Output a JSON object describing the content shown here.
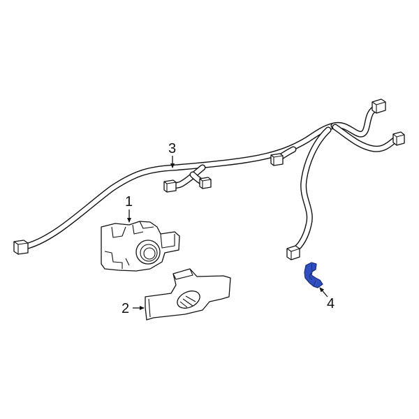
{
  "diagram": {
    "type": "parts-exploded-view",
    "background": "#ffffff",
    "line_color": "#111111",
    "highlight_color": "#2f4fbf"
  },
  "callouts": [
    {
      "number": "1",
      "part": "parking-aid-sensor"
    },
    {
      "number": "2",
      "part": "sensor-bracket"
    },
    {
      "number": "3",
      "part": "wiring-harness"
    },
    {
      "number": "4",
      "part": "sensor-clip",
      "highlighted": true
    }
  ],
  "labels": {
    "c1": "1",
    "c2": "2",
    "c3": "3",
    "c4": "4"
  }
}
